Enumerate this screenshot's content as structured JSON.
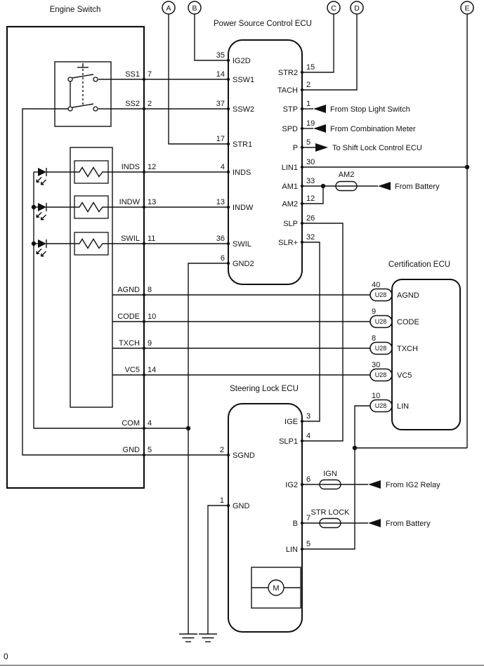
{
  "connector_labels": {
    "a": "A",
    "b": "B",
    "c": "C",
    "d": "D",
    "e": "E"
  },
  "engine_switch": {
    "title": "Engine Switch",
    "pins": [
      {
        "label": "SS1",
        "num": "7"
      },
      {
        "label": "SS2",
        "num": "2"
      },
      {
        "label": "INDS",
        "num": "12"
      },
      {
        "label": "INDW",
        "num": "13"
      },
      {
        "label": "SWIL",
        "num": "11"
      },
      {
        "label": "AGND",
        "num": "8"
      },
      {
        "label": "CODE",
        "num": "10"
      },
      {
        "label": "TXCH",
        "num": "9"
      },
      {
        "label": "VC5",
        "num": "14"
      },
      {
        "label": "COM",
        "num": "4"
      },
      {
        "label": "GND",
        "num": "5"
      }
    ]
  },
  "psc_ecu": {
    "title": "Power Source Control ECU",
    "left_pins": [
      {
        "num": "35",
        "label": "IG2D"
      },
      {
        "num": "14",
        "label": "SSW1"
      },
      {
        "num": "37",
        "label": "SSW2"
      },
      {
        "num": "17",
        "label": "STR1"
      },
      {
        "num": "4",
        "label": "INDS"
      },
      {
        "num": "13",
        "label": "INDW"
      },
      {
        "num": "36",
        "label": "SWIL"
      },
      {
        "num": "6",
        "label": "GND2"
      }
    ],
    "right_pins": [
      {
        "label": "STR2",
        "num": "15"
      },
      {
        "label": "TACH",
        "num": "2"
      },
      {
        "label": "STP",
        "num": "1",
        "note": "From Stop Light Switch"
      },
      {
        "label": "SPD",
        "num": "19",
        "note": "From Combination Meter"
      },
      {
        "label": "P",
        "num": "5",
        "note": "To Shift Lock Control ECU"
      },
      {
        "label": "LIN1",
        "num": "30"
      },
      {
        "label": "AM1",
        "num": "33",
        "fuse": "AM2",
        "note": "From Battery"
      },
      {
        "label": "AM2",
        "num": "12"
      },
      {
        "label": "SLP",
        "num": "26"
      },
      {
        "label": "SLR+",
        "num": "32"
      }
    ]
  },
  "certification_ecu": {
    "title": "Certification ECU",
    "pins": [
      {
        "num": "40",
        "conn": "U28",
        "label": "AGND"
      },
      {
        "num": "9",
        "conn": "U28",
        "label": "CODE"
      },
      {
        "num": "8",
        "conn": "U28",
        "label": "TXCH"
      },
      {
        "num": "30",
        "conn": "U28",
        "label": "VC5"
      },
      {
        "num": "10",
        "conn": "U28",
        "label": "LIN"
      }
    ]
  },
  "steering_lock_ecu": {
    "title": "Steering Lock ECU",
    "left_pins": [
      {
        "num": "2",
        "label": "SGND"
      },
      {
        "num": "1",
        "label": "GND"
      }
    ],
    "right_pins": [
      {
        "num": "3",
        "label": "IGE"
      },
      {
        "num": "4",
        "label": "SLP1"
      },
      {
        "num": "6",
        "label": "IG2",
        "fuse": "IGN",
        "note": "From IG2 Relay"
      },
      {
        "num": "7",
        "label": "B",
        "fuse": "STR LOCK",
        "note": "From Battery"
      },
      {
        "num": "5",
        "label": "LIN"
      }
    ],
    "motor_label": "M"
  },
  "page": {
    "corner_number": "0"
  }
}
